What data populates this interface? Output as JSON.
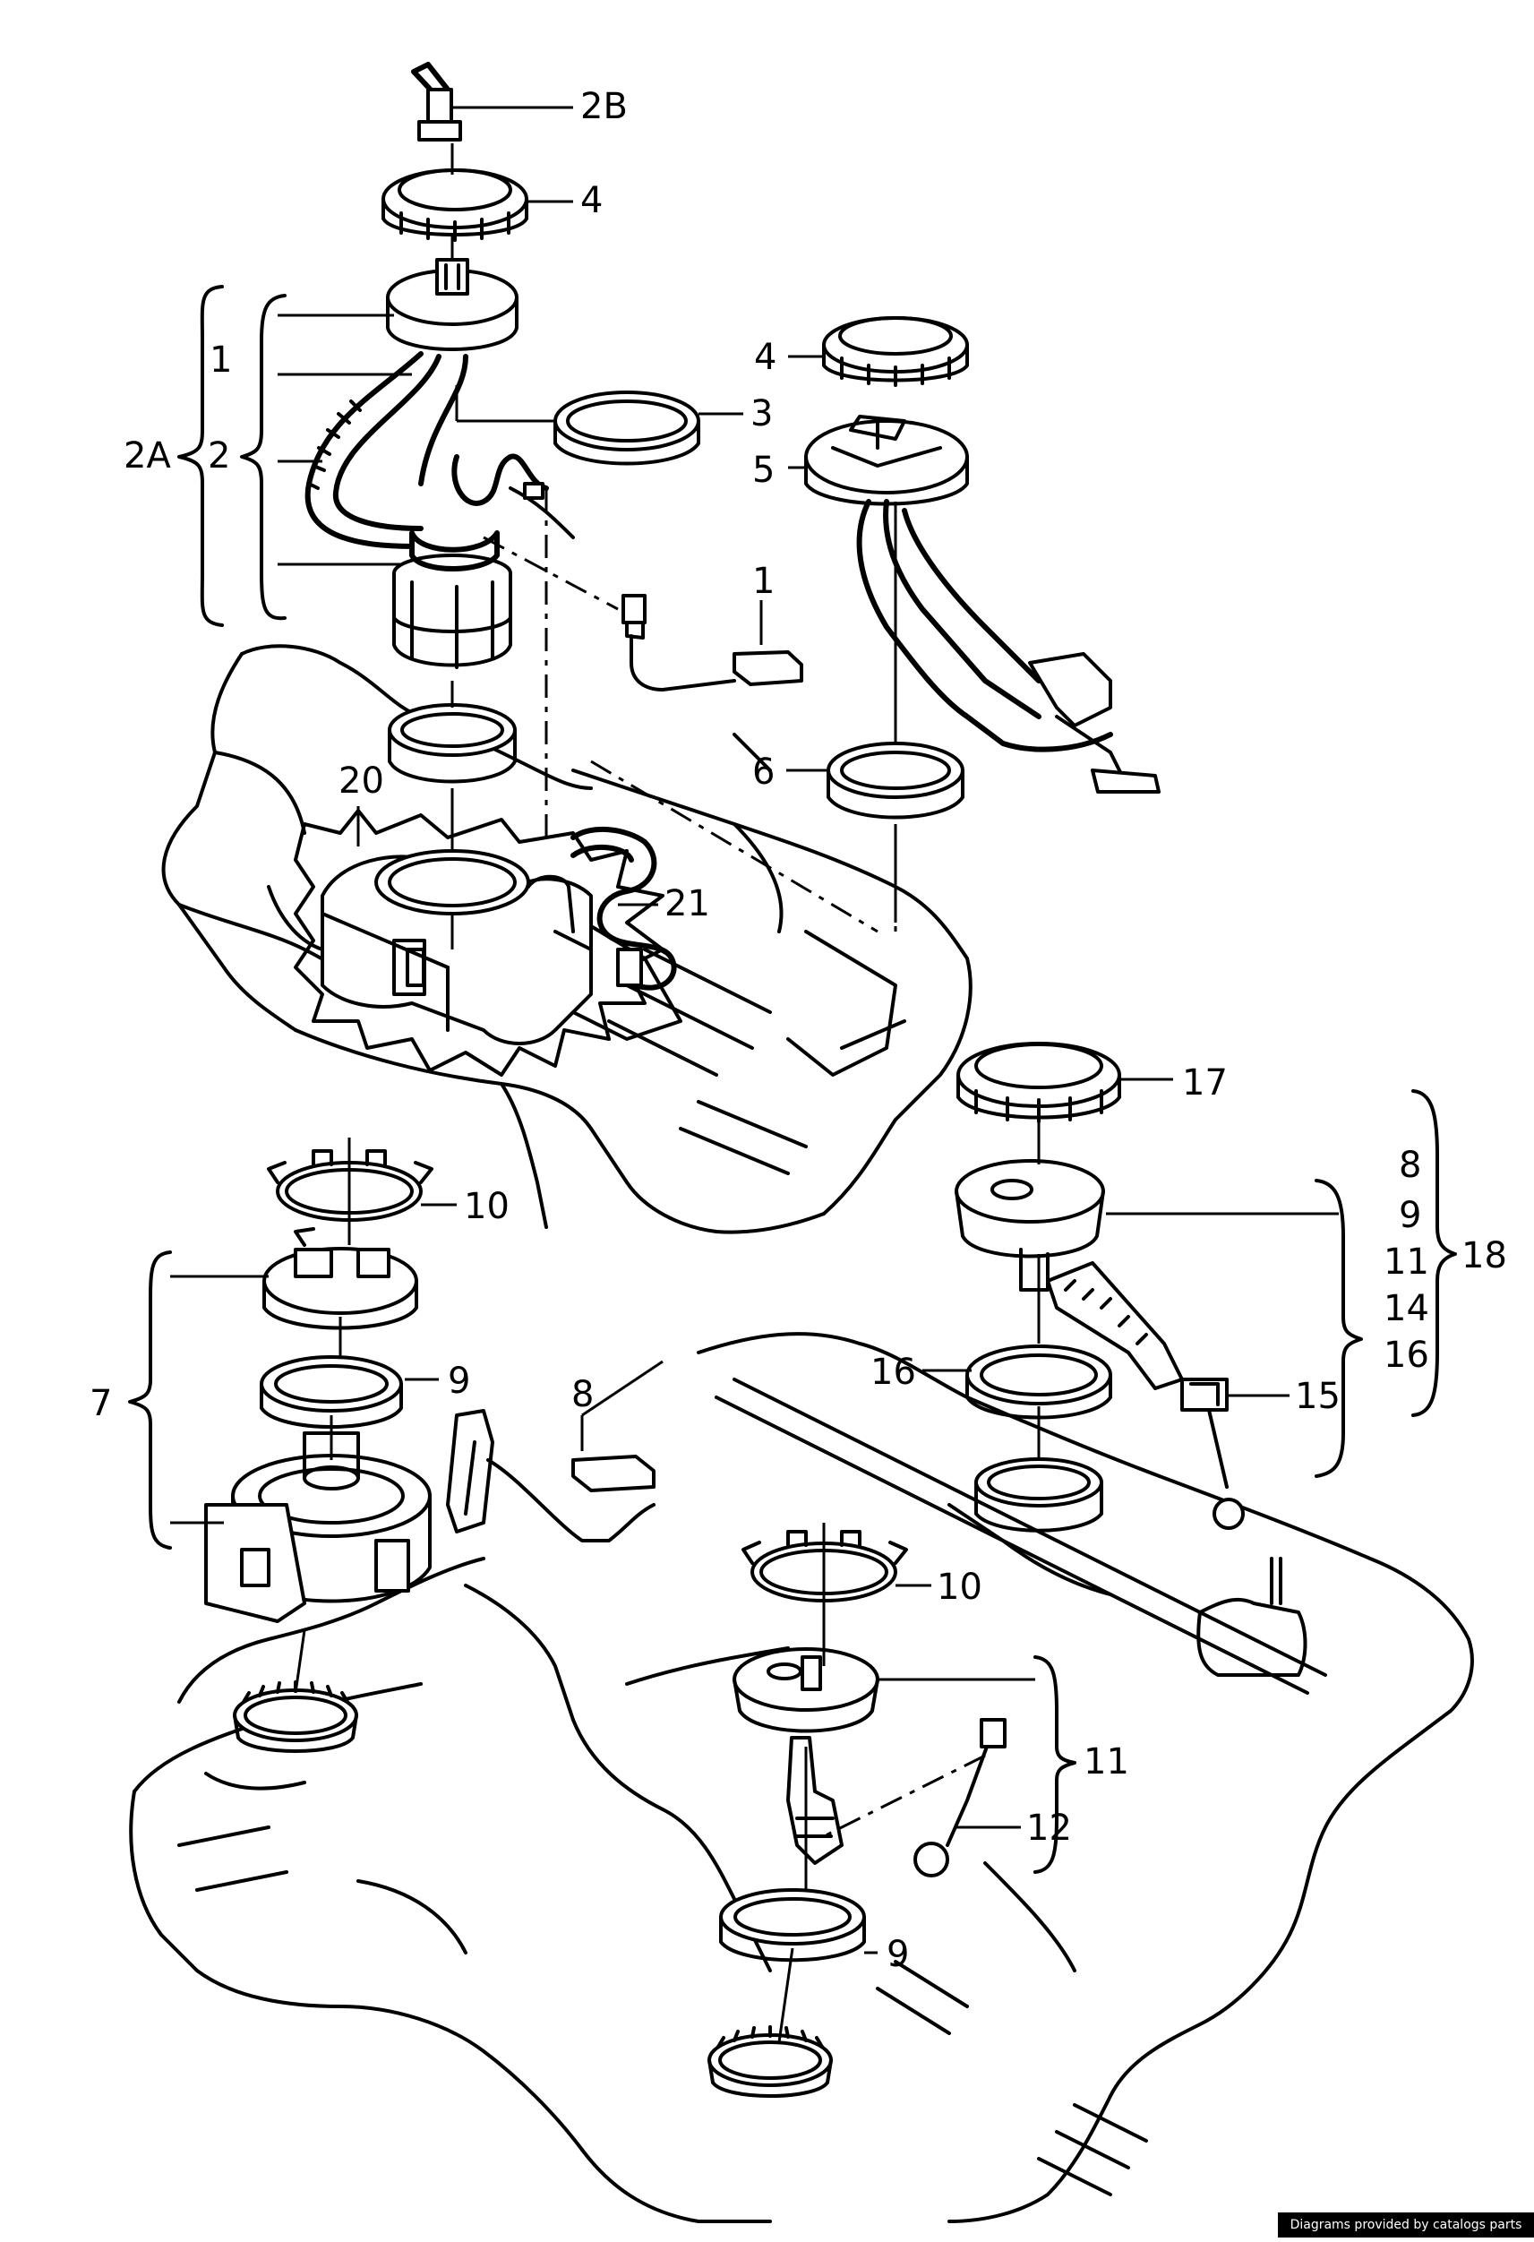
{
  "diagram": {
    "callouts": {
      "c_2B": "2B",
      "c_4_top": "4",
      "c_1_upper": "1",
      "c_2A": "2A",
      "c_2": "2",
      "c_3": "3",
      "c_4_right": "4",
      "c_5": "5",
      "c_1_sender": "1",
      "c_6": "6",
      "c_20": "20",
      "c_21": "21",
      "c_17": "17",
      "c_10_left": "10",
      "c_8_group": "8",
      "c_9_group": "9",
      "c_11_group": "11",
      "c_14_group": "14",
      "c_16_group": "16",
      "c_18": "18",
      "c_7": "7",
      "c_9_left": "9",
      "c_8_sender": "8",
      "c_16": "16",
      "c_15": "15",
      "c_10_lower": "10",
      "c_11_lower": "11",
      "c_12": "12",
      "c_9_lower": "9"
    },
    "watermark": "Diagrams provided by catalogs parts"
  }
}
